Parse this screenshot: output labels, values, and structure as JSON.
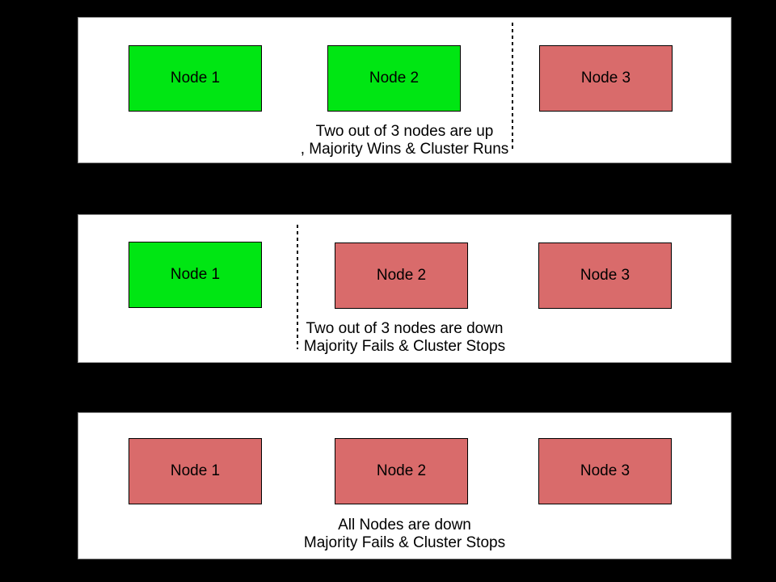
{
  "diagram": {
    "background": "#000000",
    "panel_background": "#ffffff",
    "colors": {
      "node_up": "#00e613",
      "node_down": "#d96b6b",
      "line": "#000000",
      "text": "#000000"
    },
    "panels": [
      {
        "name": "two-nodes-up",
        "nodes": [
          {
            "label": "Node 1",
            "status": "up"
          },
          {
            "label": "Node 2",
            "status": "up"
          },
          {
            "label": "Node 3",
            "status": "down"
          }
        ],
        "caption": [
          "Two out of 3 nodes are up",
          ", Majority Wins & Cluster Runs"
        ],
        "partition_divider": "between-node2-and-node3"
      },
      {
        "name": "two-nodes-down",
        "nodes": [
          {
            "label": "Node 1",
            "status": "up"
          },
          {
            "label": "Node 2",
            "status": "down"
          },
          {
            "label": "Node 3",
            "status": "down"
          }
        ],
        "caption": [
          "Two out of 3 nodes are down",
          "Majority Fails & Cluster Stops"
        ],
        "partition_divider": "between-node1-and-node2"
      },
      {
        "name": "all-nodes-down",
        "nodes": [
          {
            "label": "Node 1",
            "status": "down"
          },
          {
            "label": "Node 2",
            "status": "down"
          },
          {
            "label": "Node 3",
            "status": "down"
          }
        ],
        "caption": [
          "All Nodes are down",
          "Majority Fails & Cluster Stops"
        ],
        "partition_divider": null
      }
    ]
  }
}
